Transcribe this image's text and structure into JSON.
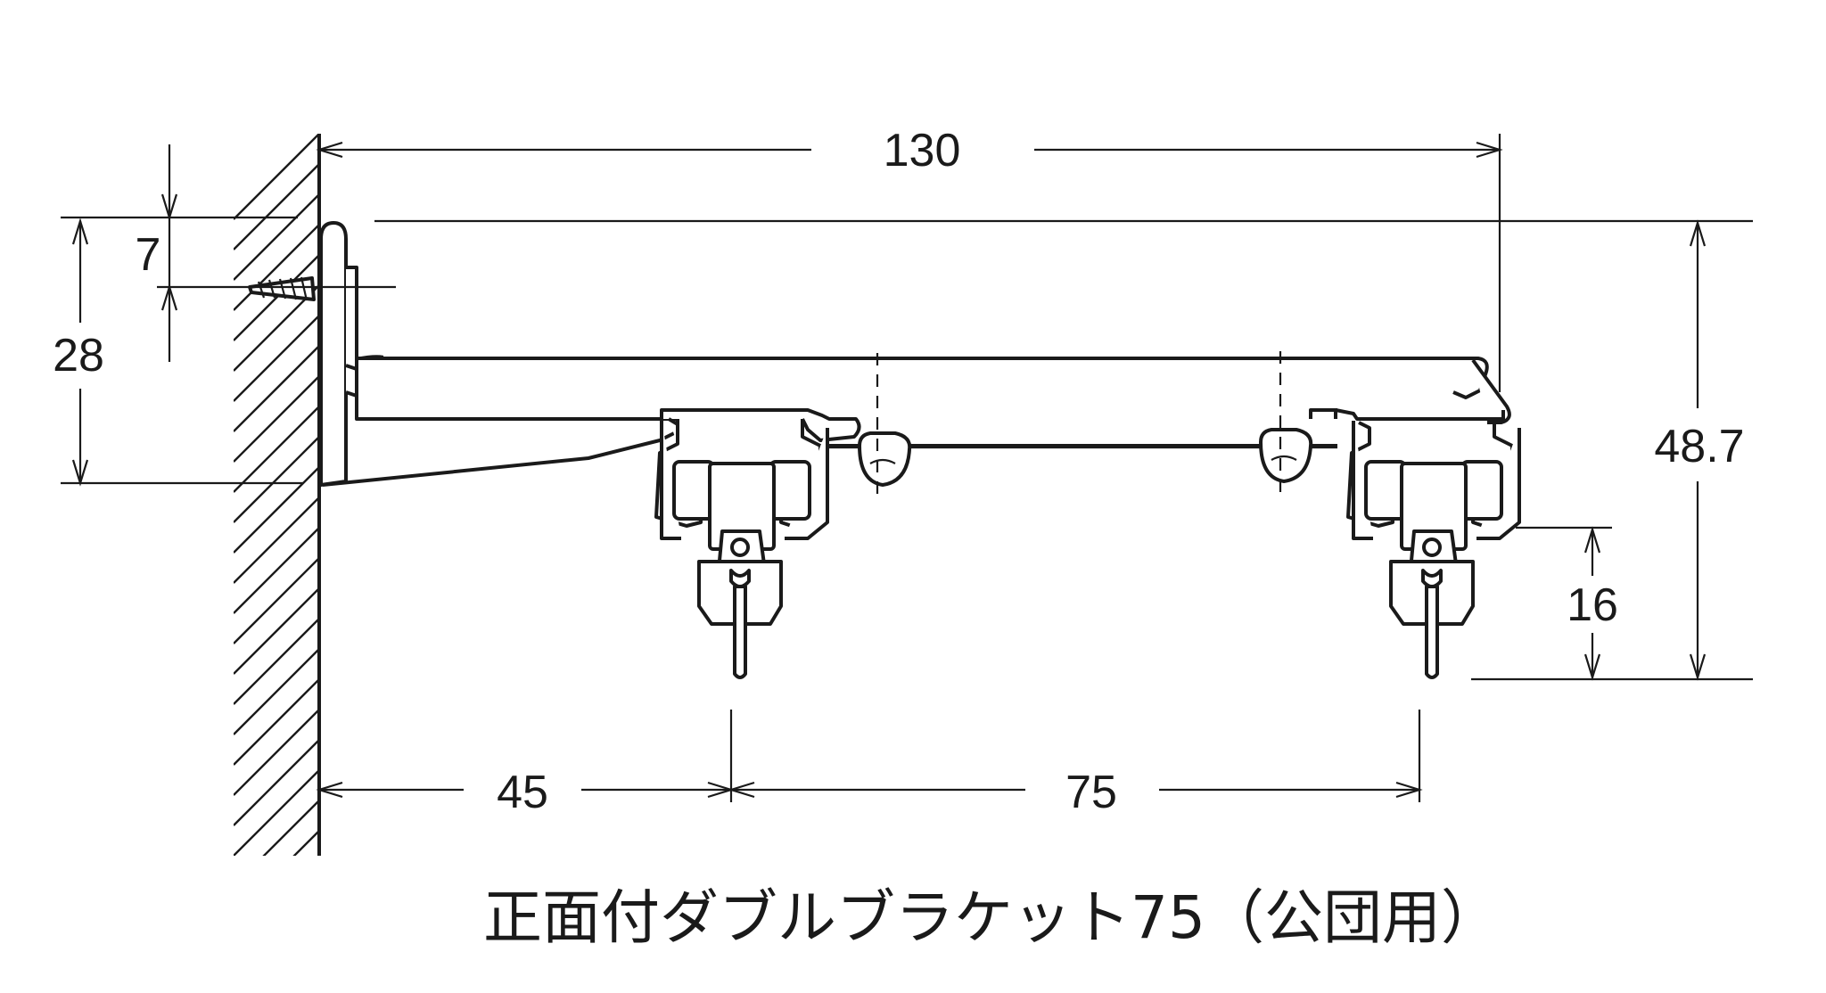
{
  "diagram": {
    "caption": "正面付ダブルブラケット75（公団用）",
    "dimensions": {
      "overall_length": "130",
      "screw_offset": "7",
      "wall_plate_height": "28",
      "overall_height": "48.7",
      "runner_drop": "16",
      "front_rail_offset": "45",
      "rail_spacing": "75"
    }
  }
}
